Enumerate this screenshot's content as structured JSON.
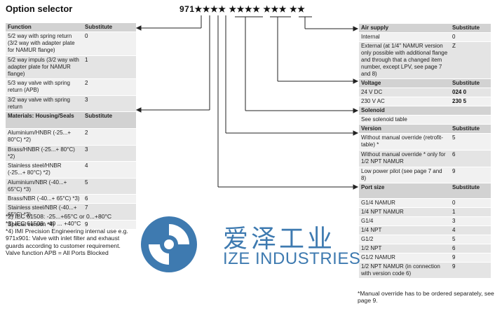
{
  "title": "Option selector",
  "code": "971★★★★ ★★★★ ★★★ ★★",
  "left": {
    "function_header": [
      "Function",
      "Substitute"
    ],
    "function_rows": [
      [
        "5/2 way with spring return (3/2 way with adapter plate for NAMUR flange)",
        "0"
      ],
      [
        "5/2 way impuls (3/2 way with adapter plate for NAMUR flange)",
        "1"
      ],
      [
        "5/3 way valve with spring return (APB)",
        "2"
      ],
      [
        "3/2 way valve with spring return",
        "3"
      ]
    ],
    "materials_header": [
      "Materials: Housing/Seals",
      "Substitute"
    ],
    "materials_rows": [
      [
        "Aluminium/HNBR (-25...+ 80°C) *2)",
        "2"
      ],
      [
        "Brass/HNBR (-25...+ 80°C) *2)",
        "3"
      ],
      [
        "Stainless steel/HNBR (-25...+ 80°C) *2)",
        "4"
      ],
      [
        "Aluminium/NBR (-40...+ 65°C) *3)",
        "5"
      ],
      [
        "Brass/NBR (-40...+ 65°C) *3)",
        "6"
      ],
      [
        "Stainless steel/NBR (-40...+ 65°C) *3)",
        "7"
      ],
      [
        "Special version *4)",
        "9"
      ]
    ]
  },
  "notes": [
    "*2) IEC 61508: -25...+65°C or 0...+80°C",
    "*3) IEC 61508: -40 ... +40°C",
    "*4) IMI Precision Engineering internal use e.g. 971x901: Valve with inlet filter and exhaust guards according to customer requirement.",
    "Valve function APB = All Ports Blocked"
  ],
  "right": {
    "air_header": [
      "Air supply",
      "Substitute"
    ],
    "air_rows": [
      [
        "Internal",
        "0"
      ],
      [
        "External (at 1/4\" NAMUR version only possible with additional flange and through that a changed item number, except LPV, see page 7 and 8)",
        "Z"
      ]
    ],
    "voltage_header": [
      "Voltage",
      "Substitute"
    ],
    "voltage_rows": [
      [
        "24 V DC",
        "024 0"
      ],
      [
        "230 V AC",
        "230 5"
      ]
    ],
    "solenoid_header": [
      "Solenoid",
      ""
    ],
    "solenoid_rows": [
      [
        "See solenoid table",
        ""
      ]
    ],
    "version_header": [
      "Version",
      "Substitute"
    ],
    "version_rows": [
      [
        "Without manual override (retrofit-table) *",
        "5"
      ],
      [
        "Without manual override * only for 1/2 NPT NAMUR",
        "6"
      ],
      [
        "Low power pilot (see page 7 and 8)",
        "9"
      ]
    ],
    "port_header": [
      "Port size",
      "Substitute"
    ],
    "port_rows": [
      [
        "G1/4 NAMUR",
        "0"
      ],
      [
        "1/4 NPT NAMUR",
        "1"
      ],
      [
        "G1/4",
        "3"
      ],
      [
        "1/4 NPT",
        "4"
      ],
      [
        "G1/2",
        "5"
      ],
      [
        "1/2 NPT",
        "6"
      ],
      [
        "G1/2 NAMUR",
        "9"
      ],
      [
        "1/2 NPT NAMUR (in connection with version code 6)",
        "9"
      ]
    ]
  },
  "footnote": "*Manual override has to be ordered separately, see page 9.",
  "watermark": {
    "cn": "爱泽工业",
    "en": "IZE INDUSTRIES",
    "color": "#3e7ab0"
  }
}
